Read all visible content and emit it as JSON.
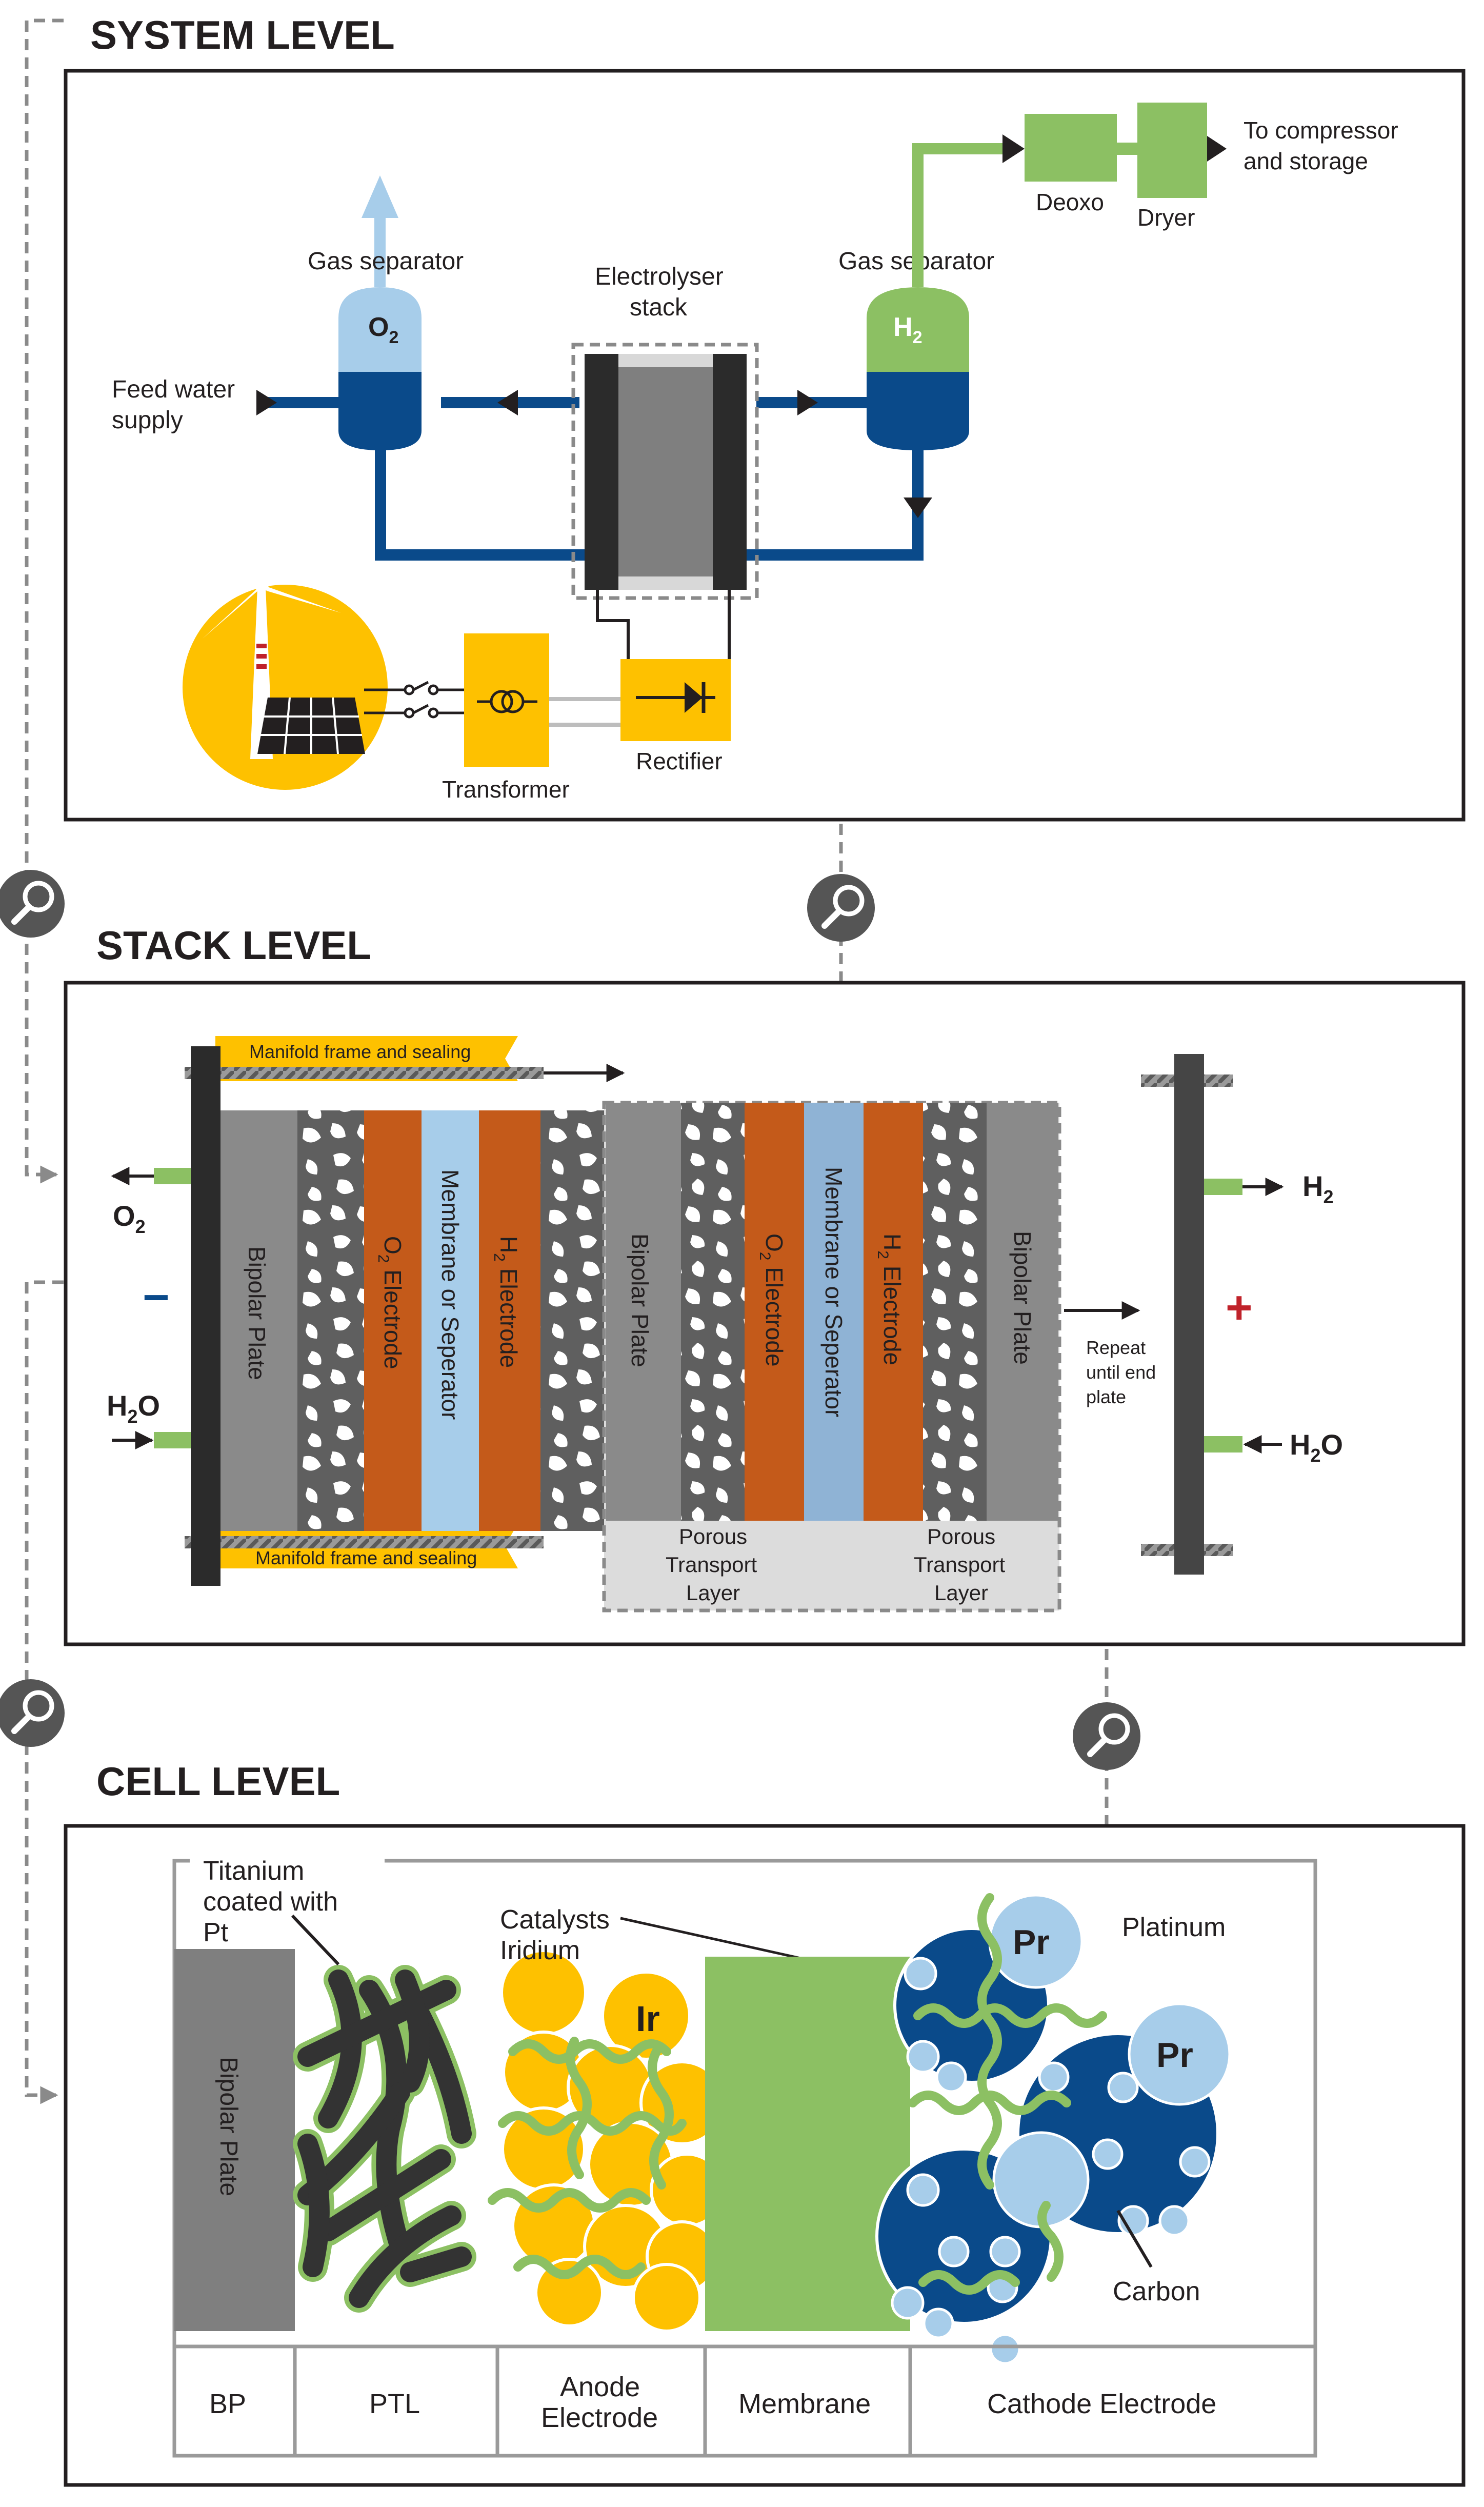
{
  "colors": {
    "navy": "#0a4a8a",
    "light_blue": "#a7cdea",
    "green": "#8cc063",
    "yellow": "#fec100",
    "rust": "#c45a1a",
    "gray": "#7f7f7f",
    "dark": "#2b2b2b"
  },
  "system": {
    "title": "SYSTEM LEVEL",
    "gas_separator_o2": "Gas separator",
    "o2_label": "O",
    "o2_sub": "2",
    "gas_separator_h2": "Gas separator",
    "h2_label": "H",
    "h2_sub": "2",
    "stack_label_1": "Electrolyser",
    "stack_label_2": "stack",
    "feed_1": "Feed water",
    "feed_2": "supply",
    "deoxo": "Deoxo",
    "dryer": "Dryer",
    "compressor_1": "To compressor",
    "compressor_2": "and storage",
    "transformer": "Transformer",
    "rectifier": "Rectifier",
    "icons": [
      "wind-turbine-icon",
      "solar-panel-icon",
      "switch-icon",
      "transformer-icon",
      "diode-icon",
      "magnifier-icon"
    ]
  },
  "stack": {
    "title": "STACK LEVEL",
    "manifold_top": "Manifold frame and sealing",
    "manifold_bottom": "Manifold frame and sealing",
    "bipolar": "Bipolar Plate",
    "o2_electrode": "O",
    "o2_electrode_sub": "2",
    "o2_electrode_rest": " Electrode",
    "membrane": "Membrane or Seperator",
    "h2_electrode": "H",
    "h2_electrode_sub": "2",
    "h2_electrode_rest": " Electrode",
    "o2_out": "O",
    "o2_out_sub": "2",
    "h2o_in": "H",
    "h2o_in_sub": "2",
    "h2o_in_rest": "O",
    "minus": "−",
    "plus": "+",
    "ptl_1": "Porous",
    "ptl_2": "Transport",
    "ptl_3": "Layer",
    "repeat_1": "Repeat",
    "repeat_2": "until end",
    "repeat_3": "plate",
    "h2_out": "H",
    "h2_out_sub": "2",
    "h2o_right": "H",
    "h2o_right_sub": "2",
    "h2o_right_rest": "O"
  },
  "cell": {
    "title": "CELL LEVEL",
    "titanium_1": "Titanium",
    "titanium_2": "coated with",
    "titanium_3": "Pt",
    "catalysts_1": "Catalysts",
    "catalysts_2": "Iridium",
    "ir": "Ir",
    "pr_1": "Pr",
    "pr_2": "Pr",
    "platinum": "Platinum",
    "carbon": "Carbon",
    "bipolar": "Bipolar Plate",
    "columns": [
      "BP",
      "PTL",
      "Anode",
      "Electrode",
      "Membrane",
      "Cathode Electrode"
    ]
  }
}
